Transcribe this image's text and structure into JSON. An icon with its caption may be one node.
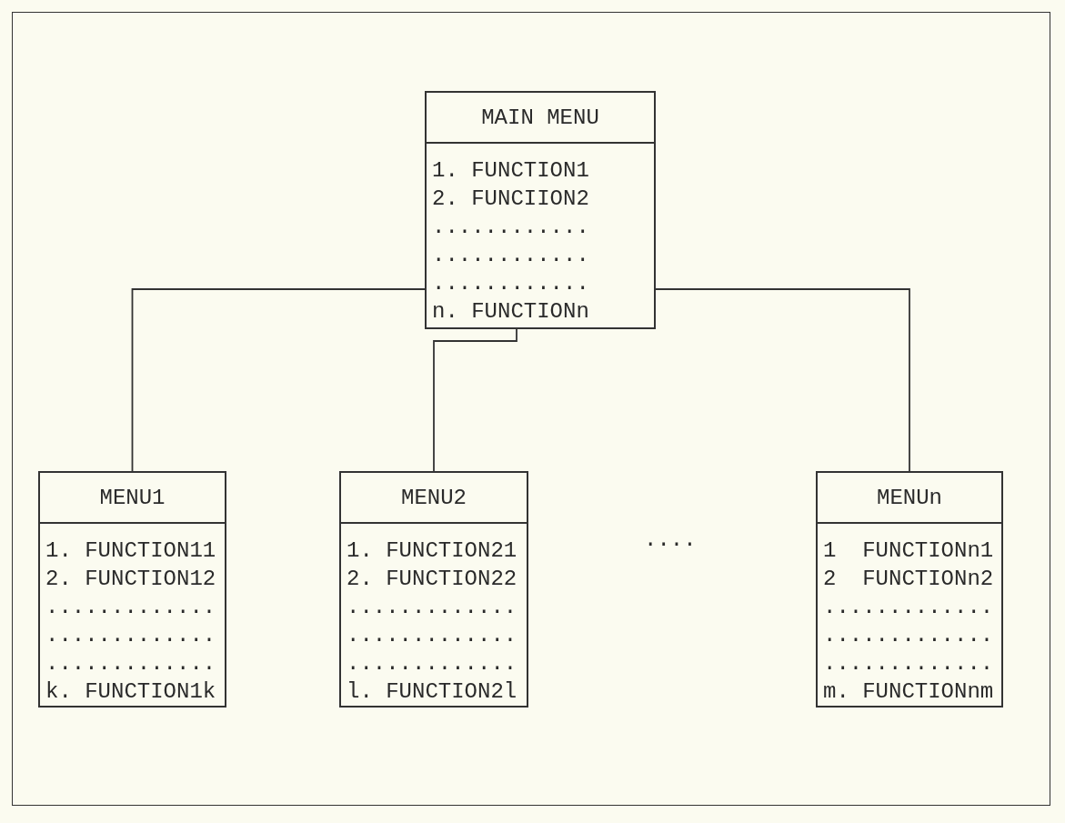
{
  "diagram": {
    "nodes": [
      {
        "text": [
          "MAIN MENU",
          "1. FUNCTION1",
          "2. FUNCIION2",
          "............",
          "............",
          "............",
          "n. FUNCTIONn"
        ]
      },
      {
        "text": [
          "MENU1",
          "1. FUNCTION11",
          "2. FUNCTION12",
          ".............",
          ".............",
          ".............",
          "k. FUNCTION1k"
        ]
      },
      {
        "text": [
          "MENU2",
          "1. FUNCTION21",
          "2. FUNCTION22",
          ".............",
          ".............",
          ".............",
          "l. FUNCTION2l"
        ]
      },
      {
        "text": [
          "MENUn",
          "1  FUNCTIONn1",
          "2  FUNCTIONn2",
          ".............",
          ".............",
          ".............",
          "m. FUNCTIONnm"
        ]
      }
    ],
    "edges": [
      {
        "from": 0,
        "to": 1,
        "arrow": "none"
      },
      {
        "from": 0,
        "to": 2,
        "arrow": "none"
      },
      {
        "from": 0,
        "to": 3,
        "arrow": "none"
      }
    ],
    "labels": [
      "...."
    ]
  }
}
